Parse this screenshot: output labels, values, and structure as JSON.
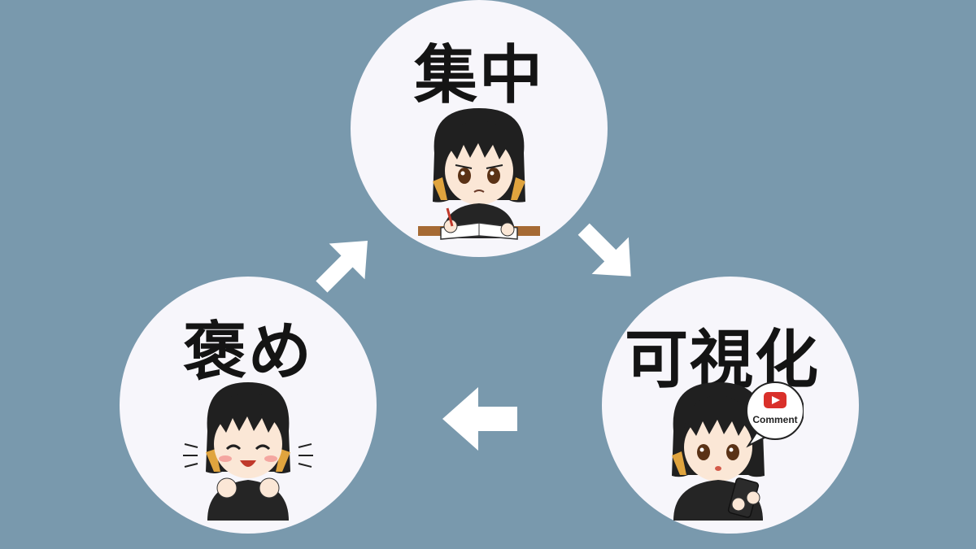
{
  "cycle": {
    "nodes": [
      {
        "label": "集中",
        "icon": "girl-writing-notebook"
      },
      {
        "label": "可視化",
        "icon": "girl-holding-phone"
      },
      {
        "label": "褒め",
        "icon": "girl-cheering"
      }
    ],
    "speech_bubble": {
      "icon": "video-play-icon",
      "text": "Comment"
    },
    "arrows": [
      "arrow-up-right",
      "arrow-down-right",
      "arrow-left"
    ]
  },
  "colors": {
    "background": "#7999ad",
    "circle": "#f7f6fb",
    "label": "#141414",
    "arrow": "#ffffff",
    "play_button": "#d9302a"
  }
}
